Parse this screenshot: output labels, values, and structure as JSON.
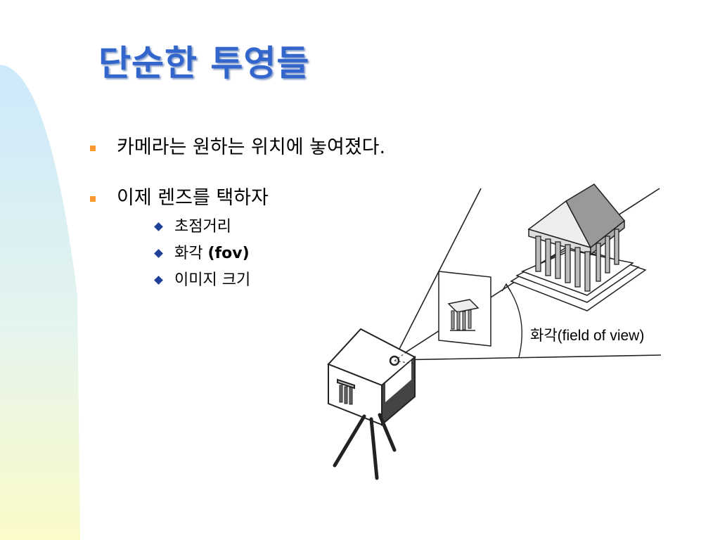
{
  "slide": {
    "title": "단순한 투영들",
    "colors": {
      "title": "#3366cc",
      "bullet_square": "#ff9933",
      "sub_diamond": "#1f3f99"
    }
  },
  "bullets": [
    {
      "text": "카메라는 원하는 위치에 놓여졌다."
    },
    {
      "text": "이제 렌즈를 택하자"
    }
  ],
  "sub_bullets": [
    {
      "text": "초점거리"
    },
    {
      "text_main": "화각 ",
      "text_strong": "(fov)"
    },
    {
      "text": "이미지 크기"
    }
  ],
  "illustration": {
    "fov_label": "화각(field of view)",
    "icons": [
      "camera-icon",
      "tripod-icon",
      "temple-icon",
      "image-plane-icon"
    ]
  }
}
